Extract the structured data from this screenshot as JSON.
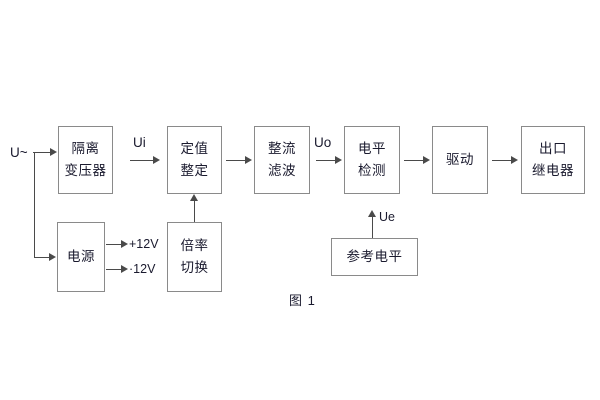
{
  "figure": {
    "caption": "图 1",
    "colors": {
      "block_border": "#8a8a8a",
      "connector": "#4a4a4a",
      "text": "#1a1a2e",
      "background": "#ffffff"
    }
  },
  "blocks": {
    "isolation_transformer": {
      "line1": "隔离",
      "line2": "变压器"
    },
    "setting_adjust": {
      "line1": "定值",
      "line2": "整定"
    },
    "rectify_filter": {
      "line1": "整流",
      "line2": "滤波"
    },
    "level_detect": {
      "line1": "电平",
      "line2": "检测"
    },
    "driver": {
      "line1": "驱动"
    },
    "output_relay": {
      "line1": "出口",
      "line2": "继电器"
    },
    "power_supply": {
      "line1": "电源"
    },
    "multiplier_switch": {
      "line1": "倍率",
      "line2": "切换"
    },
    "reference_level": {
      "line1": "参考电平"
    }
  },
  "signals": {
    "input_ac": "U~",
    "ui": "Ui",
    "uo": "Uo",
    "ue": "Ue",
    "rail_positive": "+12V",
    "rail_negative": "·12V"
  }
}
